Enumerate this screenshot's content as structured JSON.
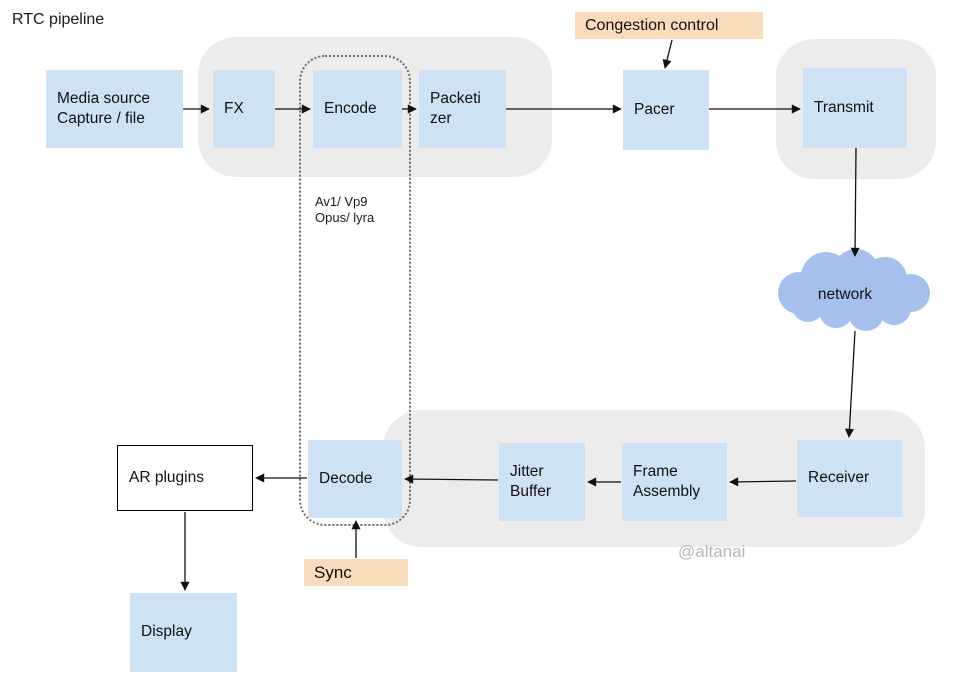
{
  "title": "RTC pipeline",
  "watermark": "@altanai",
  "nodes": {
    "media_source": {
      "label": "Media source\nCapture / file"
    },
    "fx": {
      "label": "FX"
    },
    "encode": {
      "label": "Encode"
    },
    "packetizer": {
      "label": "Packeti\nzer"
    },
    "pacer": {
      "label": "Pacer"
    },
    "transmit": {
      "label": "Transmit"
    },
    "network": {
      "label": "network"
    },
    "receiver": {
      "label": "Receiver"
    },
    "frame_assembly": {
      "label": "Frame\nAssembly"
    },
    "jitter_buffer": {
      "label": "Jitter\nBuffer"
    },
    "decode": {
      "label": "Decode"
    },
    "ar_plugins": {
      "label": "AR plugins"
    },
    "display": {
      "label": "Display"
    }
  },
  "annotations": {
    "congestion_control": "Congestion control",
    "sync": "Sync",
    "codec_note": "Av1/ Vp9\nOpus/ lyra"
  },
  "colors": {
    "node_blue": "#cfe2f3",
    "cloud_blue": "#a5c0ed",
    "annotation_peach": "#f9dcbb",
    "group_gray": "#ececec",
    "watermark_gray": "#b7b7b7",
    "line_black": "#111111"
  }
}
